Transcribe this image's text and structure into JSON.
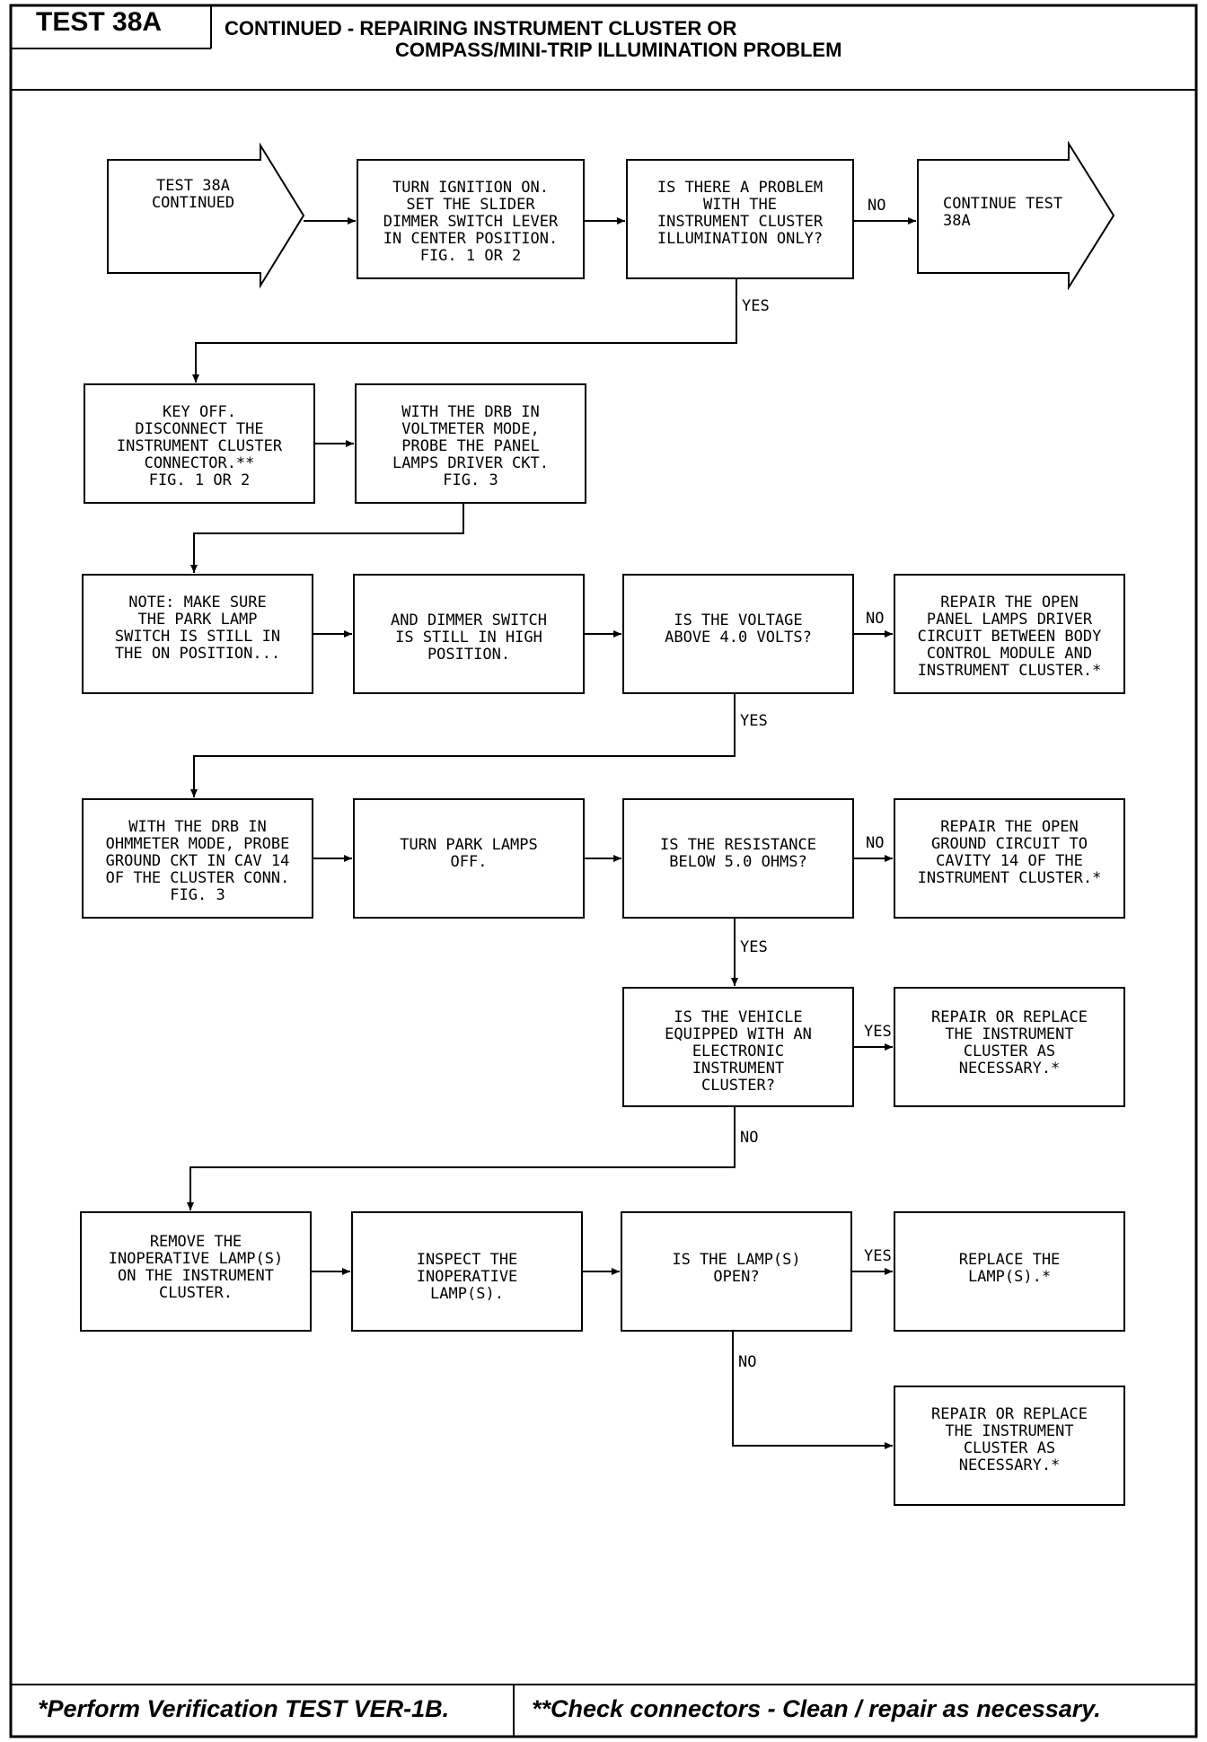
{
  "header": {
    "test_label": "TEST 38A",
    "title_line1": "CONTINUED -  REPAIRING INSTRUMENT CLUSTER OR",
    "title_line2": "COMPASS/MINI-TRIP ILLUMINATION PROBLEM"
  },
  "nodes": {
    "start": [
      "TEST 38A",
      "CONTINUED"
    ],
    "turn_ignition": [
      "TURN IGNITION ON.",
      "SET THE SLIDER",
      "DIMMER SWITCH LEVER",
      "IN CENTER POSITION.",
      "FIG. 1 OR 2"
    ],
    "q_problem": [
      "IS THERE A PROBLEM",
      "WITH THE",
      "INSTRUMENT CLUSTER",
      "ILLUMINATION ONLY?"
    ],
    "continue_test": [
      "CONTINUE TEST",
      "38A"
    ],
    "key_off": [
      "KEY OFF.",
      "DISCONNECT THE",
      "INSTRUMENT CLUSTER",
      "CONNECTOR.**",
      "FIG. 1 OR 2"
    ],
    "drb_volt": [
      "WITH THE DRB IN",
      "VOLTMETER MODE,",
      "PROBE THE PANEL",
      "LAMPS DRIVER CKT.",
      "FIG. 3"
    ],
    "note": [
      "NOTE: MAKE SURE",
      "THE PARK LAMP",
      "SWITCH IS STILL IN",
      "THE ON POSITION..."
    ],
    "dimmer": [
      "AND DIMMER SWITCH",
      "IS STILL IN HIGH",
      "POSITION."
    ],
    "q_voltage": [
      "IS THE VOLTAGE",
      "ABOVE 4.0 VOLTS?"
    ],
    "repair_driver": [
      "REPAIR THE OPEN",
      "PANEL LAMPS DRIVER",
      "CIRCUIT BETWEEN BODY",
      "CONTROL MODULE AND",
      "INSTRUMENT CLUSTER.*"
    ],
    "drb_ohm": [
      "WITH THE DRB IN",
      "OHMMETER MODE, PROBE",
      "GROUND CKT IN CAV 14",
      "OF THE CLUSTER CONN.",
      "FIG. 3"
    ],
    "park_off": [
      "TURN PARK LAMPS",
      "OFF."
    ],
    "q_resist": [
      "IS THE RESISTANCE",
      "BELOW 5.0 OHMS?"
    ],
    "repair_ground": [
      "REPAIR THE OPEN",
      "GROUND CIRCUIT TO",
      "CAVITY 14 OF THE",
      "INSTRUMENT CLUSTER.*"
    ],
    "q_electronic": [
      "IS THE VEHICLE",
      "EQUIPPED WITH AN",
      "ELECTRONIC",
      "INSTRUMENT",
      "CLUSTER?"
    ],
    "replace_cluster_1": [
      "REPAIR OR REPLACE",
      "THE INSTRUMENT",
      "CLUSTER AS",
      "NECESSARY.*"
    ],
    "remove_lamp": [
      "REMOVE THE",
      "INOPERATIVE LAMP(S)",
      "ON THE INSTRUMENT",
      "CLUSTER."
    ],
    "inspect_lamp": [
      "INSPECT THE",
      "INOPERATIVE",
      "LAMP(S)."
    ],
    "q_lamp_open": [
      "IS THE LAMP(S)",
      "OPEN?"
    ],
    "replace_lamp": [
      "REPLACE THE",
      "LAMP(S).*"
    ],
    "replace_cluster_2": [
      "REPAIR OR REPLACE",
      "THE INSTRUMENT",
      "CLUSTER AS",
      "NECESSARY.*"
    ]
  },
  "labels": {
    "no_1": "NO",
    "yes_1": "YES",
    "no_2": "NO",
    "yes_2": "YES",
    "no_3": "NO",
    "yes_3": "YES",
    "yes_4": "YES",
    "no_4": "NO",
    "yes_5": "YES",
    "no_5": "NO"
  },
  "footer": {
    "left": "*Perform Verification TEST VER-1B.",
    "right": "**Check connectors - Clean / repair as necessary."
  }
}
